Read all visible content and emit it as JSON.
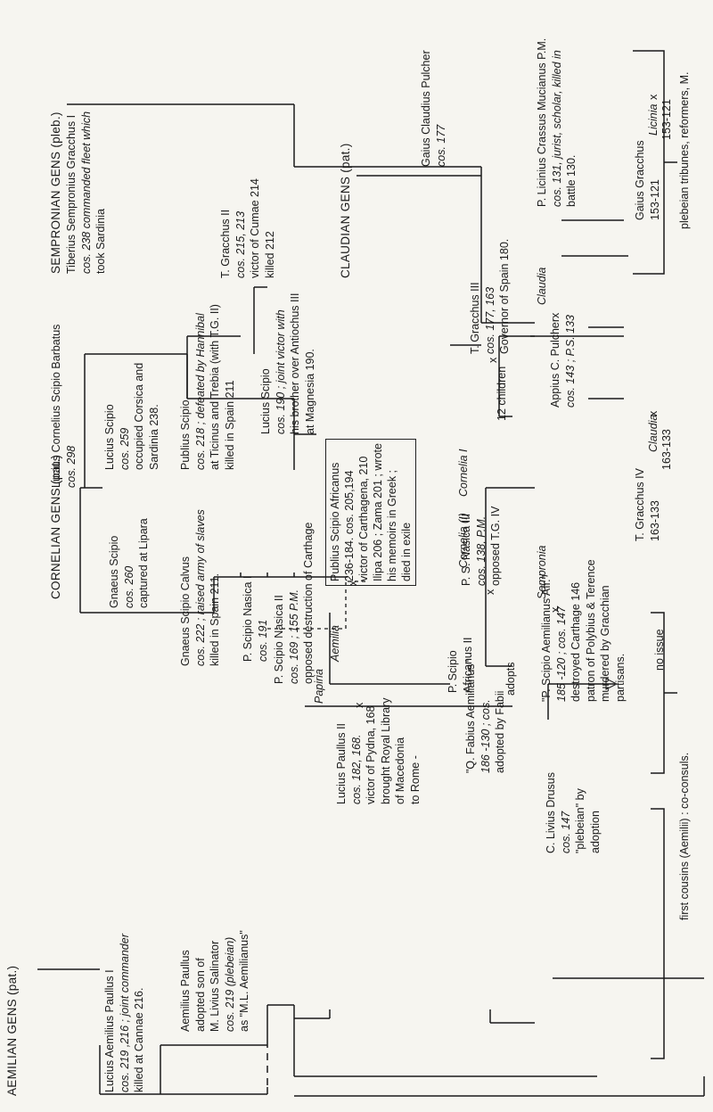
{
  "headers": {
    "aemilian": "AEMILIAN GENS (pat.)",
    "cornelian": "CORNELIAN GENS (pat.)",
    "sempronian": "SEMPRONIAN GENS (pleb.)",
    "claudian": "CLAUDIAN GENS (pat.)"
  },
  "people": {
    "l_aem_paullus_1": [
      "Lucius Aemilius Paullus I",
      "cos. 219 ,216 ; joint commander",
      "killed at Cannae 216."
    ],
    "aem_paullus_adopted": [
      "Aemilius Paullus",
      "adopted son of",
      "M. Livius Salinator",
      "cos. 219 (plebeian)",
      "as \"M.L. Aemilianus\""
    ],
    "l_scipio_barbatus": [
      "Lucius Cornelius Scipio Barbatus",
      "cos. 298"
    ],
    "gnaeus_scipio_260": [
      "Gnaeus Scipio",
      "cos. 260",
      "captured at Lipara"
    ],
    "lucius_scipio_259": [
      "Lucius Scipio",
      "cos. 259",
      "occupied Corsica and",
      "Sardinia 238."
    ],
    "gnaeus_calvus": [
      "Gnaeus Scipio Calvus",
      "cos. 222 ; raised army of slaves",
      "killed in Spain 211."
    ],
    "publius_scipio": [
      "Publius Scipio",
      "cos. 218 ; defeated by Hannibal",
      "at Ticinus and Trebia (with T.G. II)",
      "killed in Spain 211"
    ],
    "nasica_1": [
      "P. Scipio Nasica I",
      "cos. 191"
    ],
    "nasica_2": [
      "P. Scipio Nasica II",
      "cos. 169 ; 155 P.M.",
      "opposed destruction of Carthage"
    ],
    "lucius_scipio_190": [
      "Lucius Scipio",
      "cos. 190 ; joint victor with",
      "his brother over Antiochus III",
      "at Magnesia 190."
    ],
    "africanus": [
      "Publius Scipio Africanus",
      "236-184. cos. 205,194",
      "victor of Carthagena, 210",
      "Ilipa 206 ; Zama 201 ; wrote",
      "his memoirs in Greek ;",
      "died in exile"
    ],
    "tib_gracchus_1": [
      "Tiberius Sempronius Gracchus I",
      "cos. 238 commanded fleet which",
      "took Sardinia"
    ],
    "tg_2": [
      "T. Gracchus II",
      "cos. 215, 213",
      "victor of Cumae 214",
      "killed 212"
    ],
    "gaius_pulcher": [
      "Gaius Claudius Pulcher",
      "cos. 177"
    ],
    "tg_3": [
      "T. Gracchus III",
      "cos. 177, 163",
      "Governor of Spain 180."
    ],
    "crassus": [
      "P. Licinius Crassus Mucianus P.M.",
      "cos. 131, jurist, scholar, killed in",
      "battle 130."
    ],
    "paullus_2": [
      "Lucius Paullus II",
      "cos. 182, 168.",
      "victor of Pydna, 168",
      "brought Royal Library",
      "of Macedonia",
      "to Rome -"
    ],
    "fabius": [
      "\"Q. Fabius Aemilianus\"",
      "186 -130 ; cos.",
      "adopted by Fabii"
    ],
    "africanus_2": [
      "P. Scipio",
      "Africanus II"
    ],
    "nasica_3": [
      "P. S. Nasica III",
      "cos. 138, P.M.",
      "opposed T.G. IV"
    ],
    "cornelia_12": [
      "12 children"
    ],
    "appius": [
      "Appius C. Pulcher",
      "cos. 143 ; P.S. 133"
    ],
    "livius_drusus": [
      "C. Livius Drusus",
      "cos. 147",
      "\"plebeian\" by",
      "adoption"
    ],
    "aemilianus": [
      "\"P. Scipio Aemilianus Afr.\"",
      "185 -120 ; cos. 147",
      "destroyed Carthage 146",
      "patron of Polybius & Terence",
      "murdered by Gracchian",
      "partisans."
    ]
  },
  "spouses": {
    "aemilia": "Aemilia",
    "papiria": "Papiria",
    "cornelia_1": "Cornelia I",
    "cornelia_1b": "Cornelia (I)",
    "claudia_1": "Claudia",
    "sempronia": "Sempronia",
    "claudia_2": "Claudia",
    "licinia": "Licinia"
  },
  "bottom_row": {
    "tg_4": "T. Gracchus IV",
    "tg_4_dates": "163-133",
    "gaius": "Gaius Gracchus",
    "gaius_dates": "153-121",
    "no_issue": "no issue",
    "first_cousins": "first cousins (Aemilii) : co-consuls.",
    "plebeian_tribunes": "plebeian tribunes, reformers, M."
  },
  "marks": {
    "x": "x",
    "adopts": "adopts"
  }
}
